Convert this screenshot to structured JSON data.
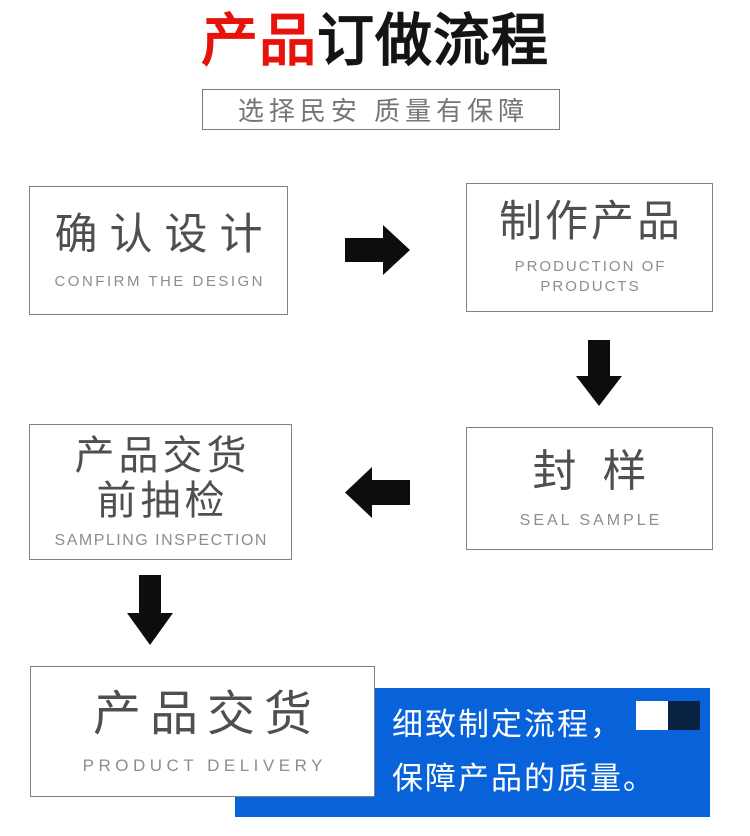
{
  "title": {
    "red": "产品",
    "black": "订做流程"
  },
  "subtitle": "选择民安 质量有保障",
  "steps": {
    "confirm_design": {
      "zh": "确认设计",
      "en": "CONFIRM THE DESIGN"
    },
    "production": {
      "zh": "制作产品",
      "en": "PRODUCTION OF PRODUCTS"
    },
    "seal_sample": {
      "zh": "封样",
      "en": "SEAL SAMPLE"
    },
    "sampling_inspection": {
      "zh_line1": "产品交货",
      "zh_line2": "前抽检",
      "en": "SAMPLING INSPECTION"
    },
    "product_delivery": {
      "zh": "产品交货",
      "en": "PRODUCT DELIVERY"
    }
  },
  "callout": {
    "line1": "细致制定流程，",
    "line2": "保障产品的质量。"
  },
  "colors": {
    "title_red": "#e8120b",
    "callout_blue": "#0862d9",
    "callout_navy": "#0a2242",
    "arrow_black": "#0d0d0d",
    "box_border_gray": "#828282",
    "text_dark_gray": "#4f4f4f",
    "text_light_gray": "#8d8d8d"
  }
}
